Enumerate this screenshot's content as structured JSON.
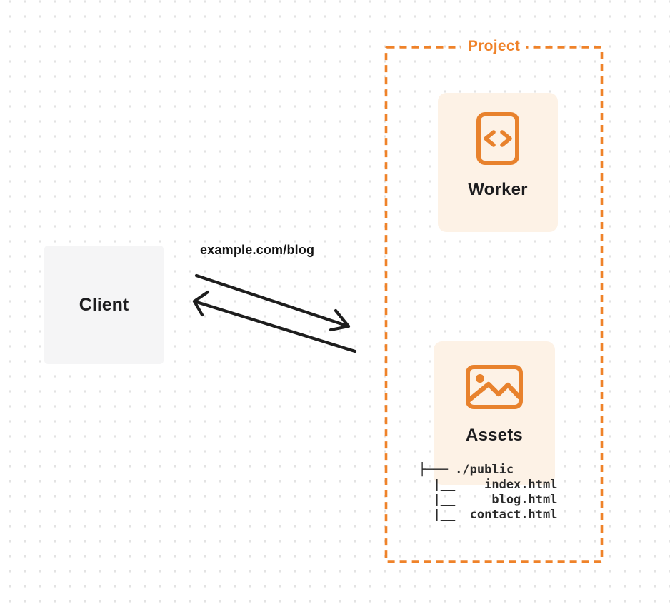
{
  "colors": {
    "accent_orange": "#ef8229",
    "card_background": "#fdf2e6",
    "client_background": "#f5f5f6",
    "ink": "#1e1e1e",
    "grid_dot": "#e3e3e3"
  },
  "diagram": {
    "project": {
      "label": "Project"
    },
    "client": {
      "label": "Client"
    },
    "request": {
      "label": "example.com/blog"
    },
    "worker": {
      "label": "Worker",
      "icon": "code-file-icon"
    },
    "assets": {
      "label": "Assets",
      "icon": "picture-icon",
      "file_tree": {
        "text": "├─── ./public\n  |__    index.html\n  |__     blog.html\n  |__  contact.html",
        "root": "./public",
        "files": [
          "index.html",
          "blog.html",
          "contact.html"
        ]
      }
    }
  }
}
